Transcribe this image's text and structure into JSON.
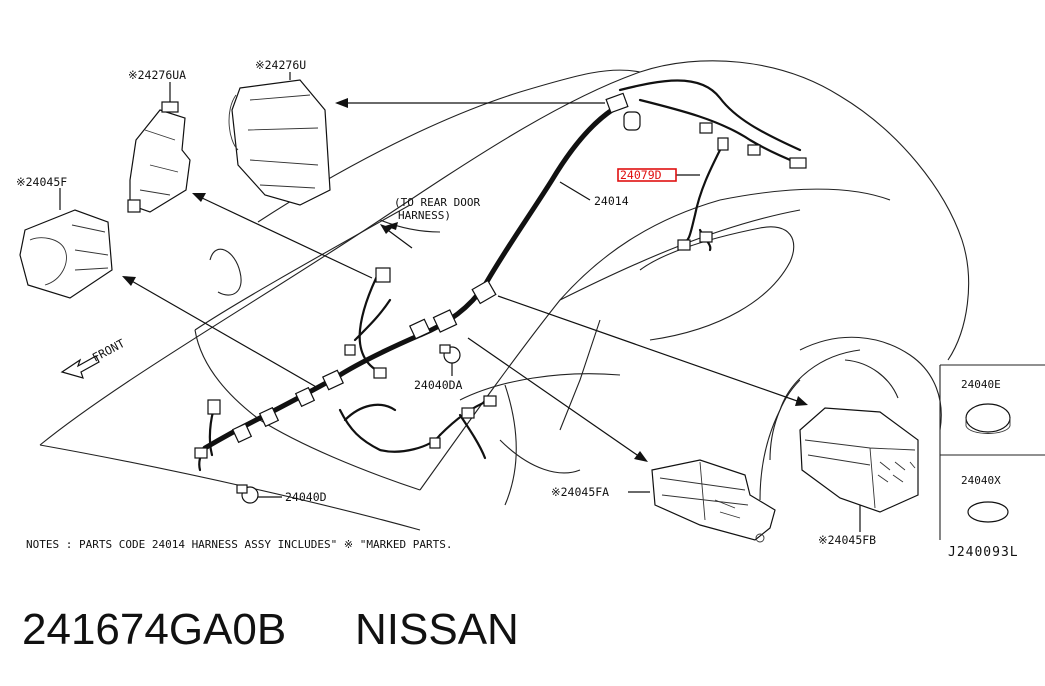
{
  "diagram": {
    "labels": {
      "l_24276UA": "※24276UA",
      "l_24276U": "※24276U",
      "l_24045F": "※24045F",
      "l_24014": "24014",
      "l_24079D": "24079D",
      "l_24040DA": "24040DA",
      "l_24040D": "24040D",
      "l_24045FA": "※24045FA",
      "l_24045FB": "※24045FB",
      "l_24040E": "24040E",
      "l_24040X": "24040X",
      "rear_door_1": "(TO REAR DOOR",
      "rear_door_2": "HARNESS)",
      "front": "FRONT"
    },
    "notes": "NOTES : PARTS CODE 24014  HARNESS ASSY INCLUDES\" ※ \"MARKED PARTS.",
    "diagram_code": "J240093L",
    "highlight_color": "#e01010"
  },
  "footer": {
    "part_number": "241674GA0B",
    "brand": "NISSAN"
  }
}
